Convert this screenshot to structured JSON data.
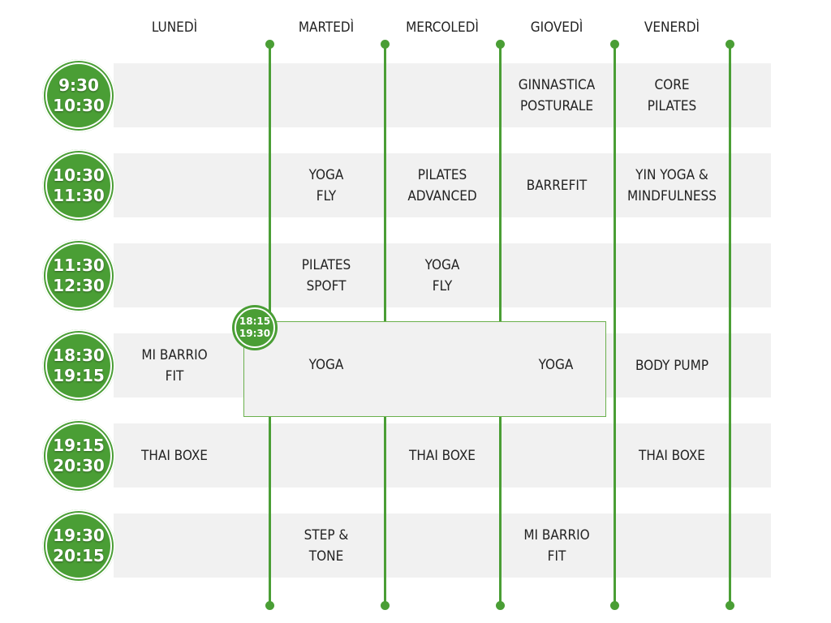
{
  "accent_color": "#4a9e35",
  "days": [
    "LUNEDÌ",
    "MARTEDÌ",
    "MERCOLEDÌ",
    "GIOVEDÌ",
    "VENERDÌ"
  ],
  "slots": [
    {
      "start": "9:30",
      "end": "10:30",
      "classes": [
        "",
        "",
        "",
        "GINNASTICA\nPOSTURALE",
        "CORE\nPILATES"
      ]
    },
    {
      "start": "10:30",
      "end": "11:30",
      "classes": [
        "",
        "YOGA\nFLY",
        "PILATES\nADVANCED",
        "BARREFIT",
        "YIN YOGA &\nMINDFULNESS"
      ]
    },
    {
      "start": "11:30",
      "end": "12:30",
      "classes": [
        "",
        "PILATES\nSPOFT",
        "YOGA\nFLY",
        "",
        ""
      ]
    },
    {
      "start": "18:30",
      "end": "19:15",
      "classes": [
        "MI BARRIO\nFIT",
        "",
        "",
        "",
        "BODY PUMP"
      ]
    },
    {
      "start": "19:15",
      "end": "20:30",
      "classes": [
        "THAI BOXE",
        "",
        "THAI BOXE",
        "",
        "THAI BOXE"
      ]
    },
    {
      "start": "19:30",
      "end": "20:15",
      "classes": [
        "",
        "STEP &\nTONE",
        "",
        "MI BARRIO\nFIT",
        ""
      ]
    }
  ],
  "special": {
    "start": "18:15",
    "end": "19:30",
    "classes": [
      "YOGA",
      "YOGA"
    ]
  }
}
